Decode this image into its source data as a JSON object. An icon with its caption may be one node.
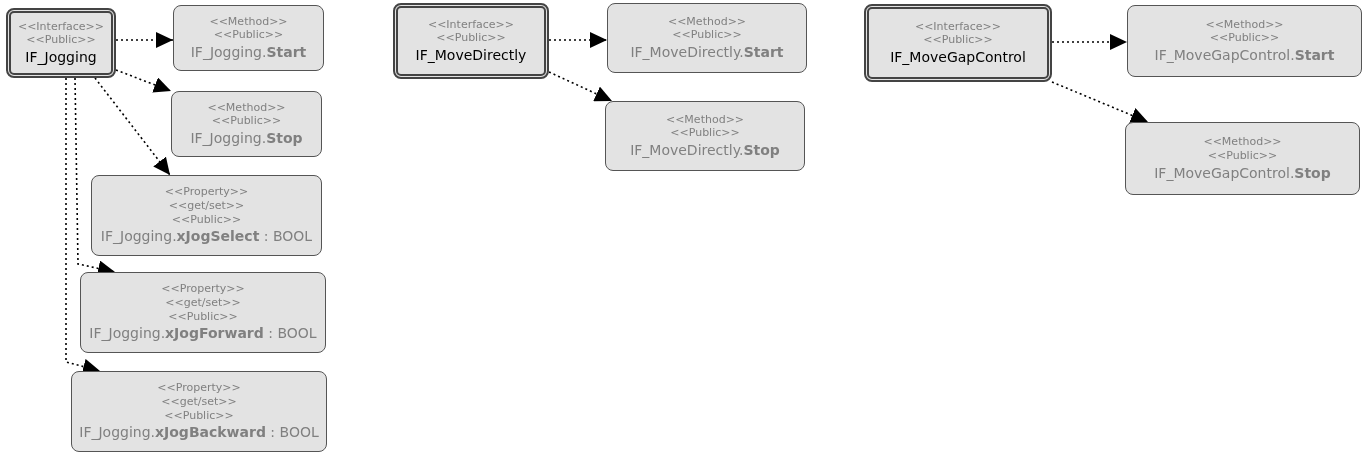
{
  "diagram": {
    "nodes": [
      {
        "text": [
          "<<Interface>>",
          "<<Public>>",
          "IF_Jogging"
        ]
      },
      {
        "text": [
          "<<Method>>",
          "<<Public>>",
          "IF_Jogging.**Start**"
        ]
      },
      {
        "text": [
          "<<Method>>",
          "<<Public>>",
          "IF_Jogging.**Stop**"
        ]
      },
      {
        "text": [
          "<<Property>>",
          "<<get/set>>",
          "<<Public>>",
          "IF_Jogging.**xJogSelect** : BOOL"
        ]
      },
      {
        "text": [
          "<<Property>>",
          "<<get/set>>",
          "<<Public>>",
          "IF_Jogging.**xJogForward** : BOOL"
        ]
      },
      {
        "text": [
          "<<Property>>",
          "<<get/set>>",
          "<<Public>>",
          "IF_Jogging.**xJogBackward** : BOOL"
        ]
      },
      {
        "text": [
          "<<Interface>>",
          "<<Public>>",
          "IF_MoveDirectly"
        ]
      },
      {
        "text": [
          "<<Method>>",
          "<<Public>>",
          "IF_MoveDirectly.**Start**"
        ]
      },
      {
        "text": [
          "<<Method>>",
          "<<Public>>",
          "IF_MoveDirectly.**Stop**"
        ]
      },
      {
        "text": [
          "<<Interface>>",
          "<<Public>>",
          "IF_MoveGapControl"
        ]
      },
      {
        "text": [
          "<<Method>>",
          "<<Public>>",
          "IF_MoveGapControl.**Start**"
        ]
      },
      {
        "text": [
          "<<Method>>",
          "<<Public>>",
          "IF_MoveGapControl.**Stop**"
        ]
      }
    ],
    "edges": [
      {
        "from": 0,
        "to": 1,
        "arrow": "to"
      },
      {
        "from": 0,
        "to": 2,
        "arrow": "to"
      },
      {
        "from": 0,
        "to": 3,
        "arrow": "to"
      },
      {
        "from": 0,
        "to": 4,
        "arrow": "to"
      },
      {
        "from": 0,
        "to": 5,
        "arrow": "to"
      },
      {
        "from": 6,
        "to": 7,
        "arrow": "to"
      },
      {
        "from": 6,
        "to": 8,
        "arrow": "to"
      },
      {
        "from": 9,
        "to": 10,
        "arrow": "to"
      },
      {
        "from": 9,
        "to": 11,
        "arrow": "to"
      }
    ]
  }
}
